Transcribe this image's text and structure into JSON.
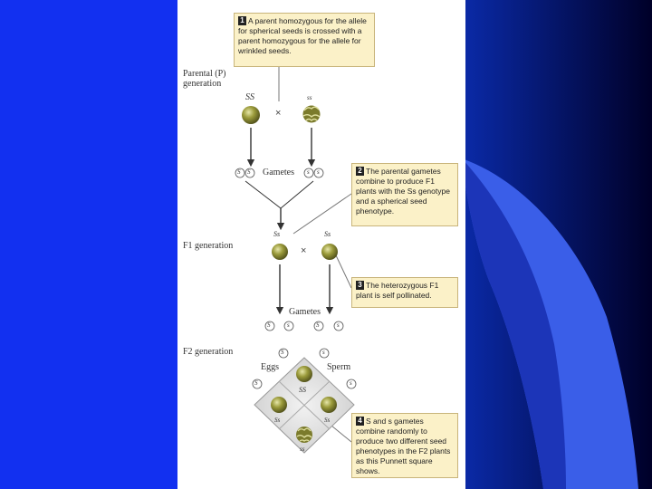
{
  "colors": {
    "slide_left_blue": "#1230f0",
    "slide_right_navy": "#000032",
    "swoosh_blue": "#3a5ee8",
    "callout_fill": "#fbf1c8",
    "pea_green": "#8a8a30"
  },
  "generations": {
    "parental": "Parental (P) generation",
    "f1": "F1 generation",
    "f2": "F2 generation"
  },
  "genotypes": {
    "p_round": "SS",
    "p_wrinkled": "ss",
    "f1_left": "Ss",
    "f1_right": "Ss",
    "square_top": "SS",
    "square_left": "Ss",
    "square_right": "Ss",
    "square_bottom": "ss"
  },
  "labels": {
    "gametes_p": "Gametes",
    "gametes_f1": "Gametes",
    "eggs": "Eggs",
    "sperm": "Sperm",
    "cross_symbol": "×"
  },
  "gamete_letters": {
    "S": "S",
    "s": "s"
  },
  "callouts": [
    {
      "num": "1",
      "text": "A parent homozygous for the allele for spherical seeds is crossed with a parent homozygous for the allele for wrinkled seeds."
    },
    {
      "num": "2",
      "text": "The parental gametes combine to produce F1 plants with the Ss genotype and a spherical seed phenotype."
    },
    {
      "num": "3",
      "text": "The heterozygous F1 plant is self pollinated."
    },
    {
      "num": "4",
      "text": "S and s gametes combine randomly to produce two different seed phenotypes in the F2 plants as this Punnett square shows."
    }
  ]
}
